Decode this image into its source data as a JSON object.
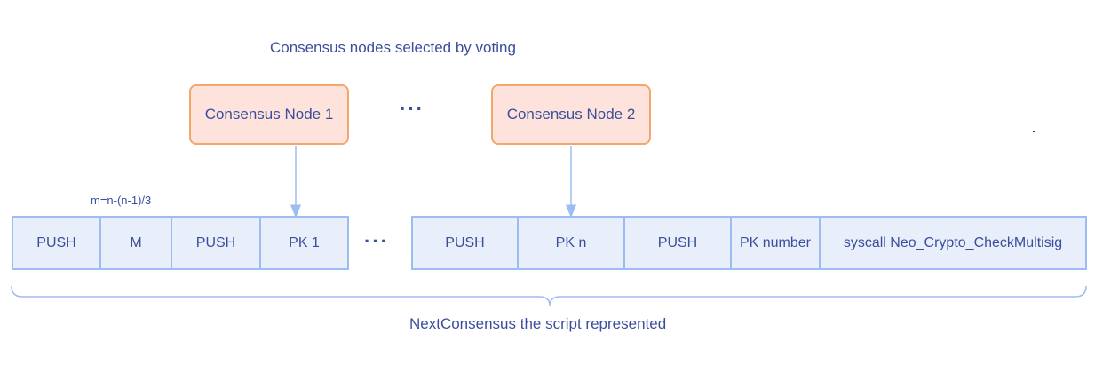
{
  "title": "Consensus nodes selected by voting",
  "nodes": [
    {
      "label": "Consensus Node 1"
    },
    {
      "label": "Consensus Node 2"
    }
  ],
  "ellipsis": "···",
  "formula": "m=n-(n-1)/3",
  "script_left": [
    {
      "label": "PUSH"
    },
    {
      "label": "M"
    },
    {
      "label": "PUSH"
    },
    {
      "label": "PK 1"
    }
  ],
  "script_right": [
    {
      "label": "PUSH"
    },
    {
      "label": "PK n"
    },
    {
      "label": "PUSH"
    },
    {
      "label": "PK number"
    },
    {
      "label": "syscall Neo_Crypto_CheckMultisig"
    }
  ],
  "caption": "NextConsensus the script represented",
  "colors": {
    "text": "#3b4e9c",
    "node_fill": "#fde3dc",
    "node_border": "#f5a66b",
    "cell_fill": "#e8effb",
    "cell_border": "#9dbcf3",
    "arrow": "#9dbcf3"
  }
}
